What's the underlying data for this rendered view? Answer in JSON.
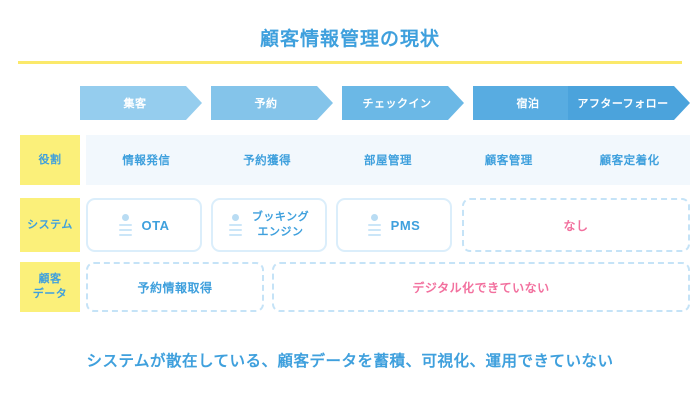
{
  "title": "顧客情報管理の現状",
  "accent_colors": {
    "blue_text": "#3fa0dd",
    "yellow_label": "#fbf07a",
    "yellow_underline": "#fbe96a",
    "pink_warning": "#f2709e",
    "row_light_blue": "#f2f8fd",
    "dashed_border": "#c5e3f7"
  },
  "stages": [
    {
      "label": "集客",
      "color": "#95cdee"
    },
    {
      "label": "予約",
      "color": "#84c4ea"
    },
    {
      "label": "チェックイン",
      "color": "#6bb8e6"
    },
    {
      "label": "宿泊",
      "color": "#58ace1"
    },
    {
      "label": "アフターフォロー",
      "color": "#4ba3dc"
    }
  ],
  "rows": {
    "role": {
      "label": "役割",
      "cells": [
        "情報発信",
        "予約獲得",
        "部屋管理",
        "顧客管理",
        "顧客定着化"
      ]
    },
    "system": {
      "label": "システム",
      "cards": [
        {
          "name": "OTA",
          "icon": "server-icon",
          "lines": [
            "OTA"
          ]
        },
        {
          "name": "booking-engine",
          "icon": "server-icon",
          "lines": [
            "ブッキング",
            "エンジン"
          ]
        },
        {
          "name": "PMS",
          "icon": "server-icon",
          "lines": [
            "PMS"
          ]
        }
      ],
      "missing_box": "なし"
    },
    "customer_data": {
      "label_line1": "顧客",
      "label_line2": "データ",
      "obtained_box": "予約情報取得",
      "not_digitized_box": "デジタル化できていない"
    }
  },
  "footer": "システムが散在している、顧客データを蓄積、可視化、運用できていない"
}
